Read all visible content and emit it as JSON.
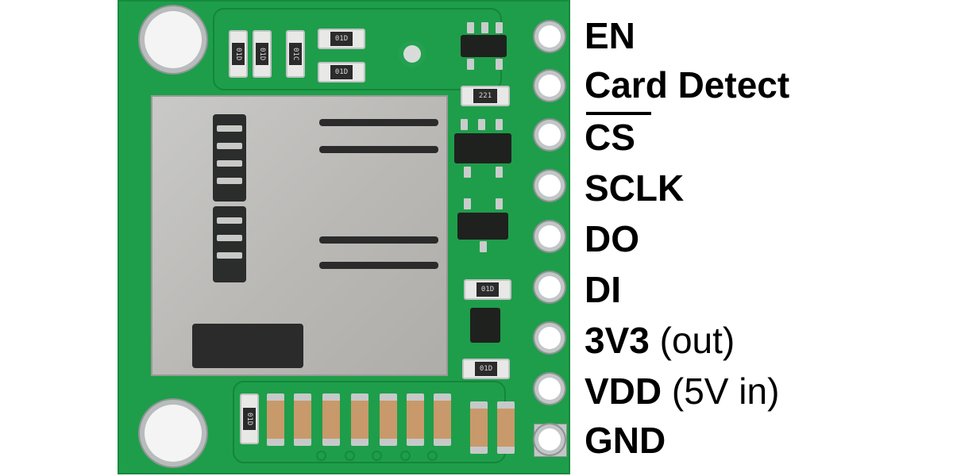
{
  "image": {
    "subject": "Breakout board for microSD card",
    "board_color": "#1e9e4a",
    "background_color": "#ffffff"
  },
  "pins": [
    {
      "label": "EN",
      "note": ""
    },
    {
      "label": "Card Detect",
      "note": ""
    },
    {
      "label": "CS",
      "note": "",
      "overline": true
    },
    {
      "label": "SCLK",
      "note": ""
    },
    {
      "label": "DO",
      "note": ""
    },
    {
      "label": "DI",
      "note": ""
    },
    {
      "label": "3V3",
      "note": "(out)"
    },
    {
      "label": "VDD",
      "note": "(5V in)"
    },
    {
      "label": "GND",
      "note": ""
    }
  ],
  "components": {
    "resistor_markings": [
      "01D",
      "01D",
      "01C",
      "01D",
      "01D",
      "221",
      "01D",
      "01D",
      "01D"
    ]
  }
}
